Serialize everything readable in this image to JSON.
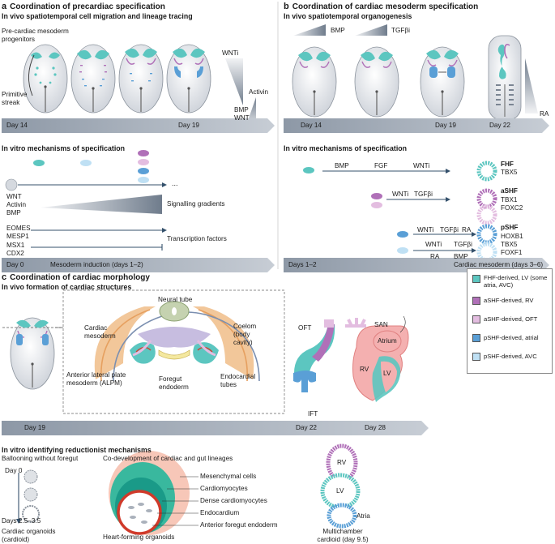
{
  "panel_a": {
    "letter": "a",
    "title": "Coordination of precardiac specification",
    "subtitle_vivo": "In vivo spatiotemporal cell migration and lineage tracing",
    "pre_cardiac_label": "Pre-cardiac mesoderm progenitors",
    "primitive_streak_label": "Primitive streak",
    "wnti": "WNTi",
    "activin": "Activin",
    "bmp_wnt": "BMP WNT",
    "day_start": "Day 14",
    "day_end": "Day 19",
    "subtitle_vitro": "In vitro mechanisms of specification",
    "ellipsis": "...",
    "signals": "WNT Activin BMP",
    "signalling_gradients": "Signalling gradients",
    "tf1": "EOMES MESP1",
    "tf2": "MSX1 CDX2",
    "transcription_factors": "Transcription factors",
    "day0": "Day 0",
    "mesoderm_induction": "Mesoderm induction (days 1–2)"
  },
  "panel_b": {
    "letter": "b",
    "title": "Coordination of cardiac mesoderm specification",
    "subtitle_vivo": "In vivo spatiotemporal organogenesis",
    "bmp": "BMP",
    "tgfbi": "TGFβi",
    "ra": "RA",
    "day14": "Day 14",
    "day19": "Day 19",
    "day22": "Day 22",
    "subtitle_vitro": "In vitro mechanisms of specification",
    "row1": [
      "BMP",
      "FGF",
      "WNTi"
    ],
    "row2": [
      "WNTi",
      "TGFβi"
    ],
    "row3": [
      "WNTi",
      "TGFβi",
      "RA"
    ],
    "row4_top": [
      "WNTi",
      "TGFβi"
    ],
    "row4_bottom": [
      "RA",
      "BMP"
    ],
    "fhf": {
      "name": "FHF",
      "markers": "TBX5"
    },
    "ashf": {
      "name": "aSHF",
      "markers": "TBX1 FOXC2"
    },
    "pshf": {
      "name": "pSHF",
      "markers": "HOXB1 TBX5 FOXF1"
    },
    "days12": "Days 1–2",
    "cardiac_mesoderm": "Cardiac mesoderm (days 3–6)"
  },
  "panel_c": {
    "letter": "c",
    "title": "Coordination of cardiac morphology",
    "subtitle_vivo": "In vivo formation of cardiac structures",
    "neural_tube": "Neural tube",
    "cardiac_mesoderm": "Cardiac mesoderm",
    "coelom": "Coelom (body cavity)",
    "alpm": "Anterior lateral plate mesoderm (ALPM)",
    "foregut": "Foregut endoderm",
    "endocardial": "Endocardial tubes",
    "oft": "OFT",
    "ift": "IFT",
    "san": "SAN",
    "atrium": "Atrium",
    "rv": "RV",
    "lv": "LV",
    "day19": "Day 19",
    "day22": "Day 22",
    "day28": "Day 28",
    "subtitle_vitro": "In vitro identifying reductionist mechanisms",
    "ballooning": "Ballooning without foregut",
    "day0": "Day 0",
    "days25": "Days 2.5–3.5",
    "cardioid": "Cardiac organoids (cardioid)",
    "codev": "Co-development of cardiac and gut lineages",
    "layers": [
      "Mesenchymal cells",
      "Cardiomyocytes",
      "Dense cardiomyocytes",
      "Endocardium",
      "Anterior foregut endoderm"
    ],
    "hfo": "Heart-forming organoids",
    "multichamber": "Multichamber cardioid (day 9.5)",
    "mc_rv": "RV",
    "mc_lv": "LV",
    "mc_atria": "Atria"
  },
  "legend": [
    {
      "label": "FHF-derived, LV (some atria, AVC)",
      "color": "#5cc6c0"
    },
    {
      "label": "aSHF-derived, RV",
      "color": "#b070b8"
    },
    {
      "label": "aSHF-derived, OFT",
      "color": "#e3bde0"
    },
    {
      "label": "pSHF-derived, atrial",
      "color": "#5a9fd6"
    },
    {
      "label": "pSHF-derived, AVC",
      "color": "#bfe0f4"
    }
  ]
}
